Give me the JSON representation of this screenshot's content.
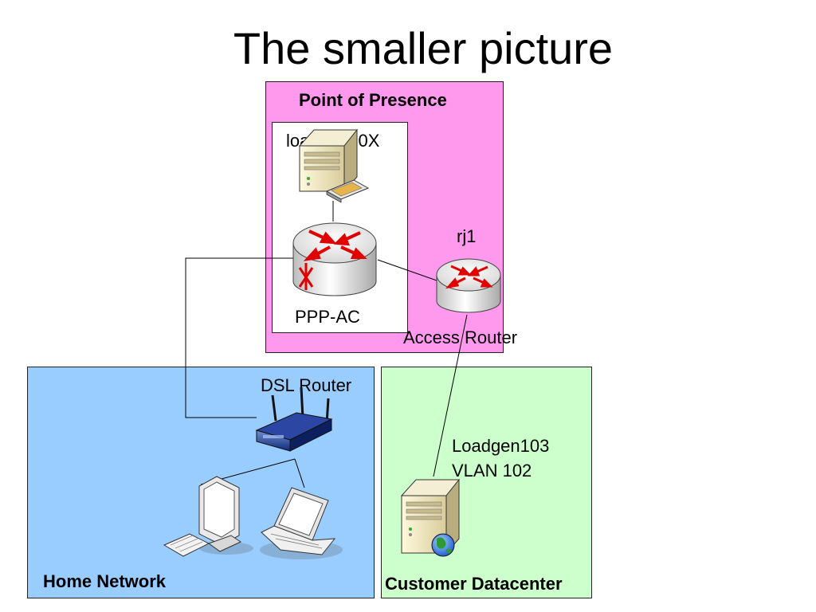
{
  "title": "The smaller picture",
  "regions": {
    "pop": {
      "label": "Point of Presence",
      "color": "#ff99ee"
    },
    "home": {
      "label": "Home Network",
      "color": "#99ccff"
    },
    "datacenter": {
      "label": "Customer Datacenter",
      "color": "#ccffcc"
    }
  },
  "nodes": {
    "loadgen_top": {
      "label": "loadgen10X",
      "icon": "server-icon"
    },
    "ppp_ac": {
      "label": "PPP-AC",
      "icon": "router-icon"
    },
    "rj1": {
      "label": "rj1",
      "sublabel": "Access Router",
      "icon": "router-icon"
    },
    "dsl_router": {
      "label": "DSL Router",
      "icon": "wireless-router-icon"
    },
    "desktop": {
      "icon": "desktop-computer-icon"
    },
    "laptop": {
      "icon": "laptop-icon"
    },
    "loadgen103": {
      "label_line1": "Loadgen103",
      "label_line2": "VLAN 102",
      "icon": "web-server-icon"
    }
  }
}
